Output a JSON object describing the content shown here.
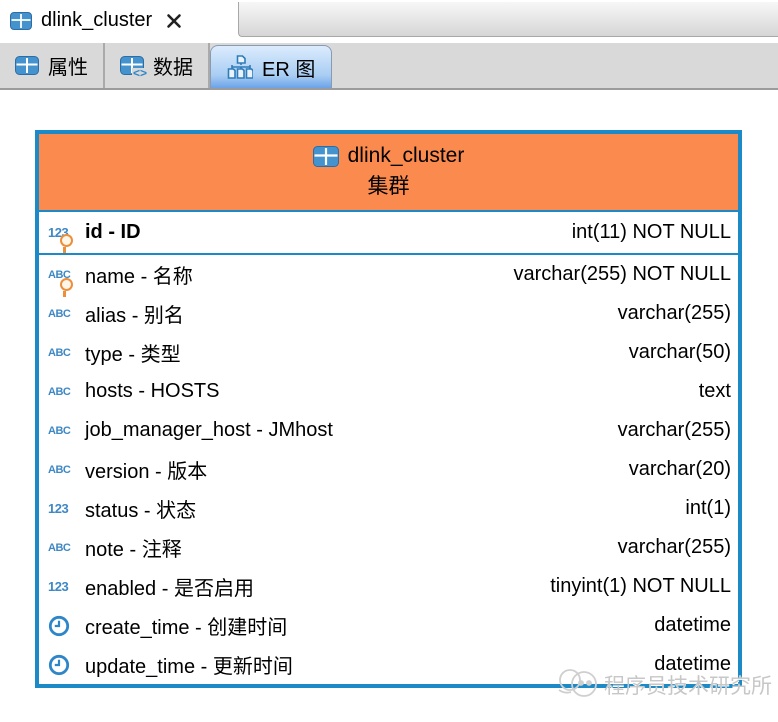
{
  "editor_tab": {
    "title": "dlink_cluster"
  },
  "view_tabs": [
    {
      "label": "属性",
      "active": false
    },
    {
      "label": "数据",
      "active": false
    },
    {
      "label": "ER 图",
      "active": true
    }
  ],
  "entity": {
    "title": "dlink_cluster",
    "subtitle": "集群",
    "columns": [
      {
        "icon": "numeric",
        "key": true,
        "pk": true,
        "name": "id - ID",
        "type": "int(11) NOT NULL"
      },
      {
        "icon": "string",
        "key": true,
        "name": "name - 名称",
        "type": "varchar(255) NOT NULL"
      },
      {
        "icon": "string",
        "name": "alias - 别名",
        "type": "varchar(255)"
      },
      {
        "icon": "string",
        "name": "type - 类型",
        "type": "varchar(50)"
      },
      {
        "icon": "string",
        "name": "hosts - HOSTS",
        "type": "text"
      },
      {
        "icon": "string",
        "name": "job_manager_host - JMhost",
        "type": "varchar(255)"
      },
      {
        "icon": "string",
        "name": "version - 版本",
        "type": "varchar(20)"
      },
      {
        "icon": "numeric",
        "name": "status - 状态",
        "type": "int(1)"
      },
      {
        "icon": "string",
        "name": "note - 注释",
        "type": "varchar(255)"
      },
      {
        "icon": "numeric",
        "name": "enabled - 是否启用",
        "type": "tinyint(1) NOT NULL"
      },
      {
        "icon": "datetime",
        "name": "create_time - 创建时间",
        "type": "datetime"
      },
      {
        "icon": "datetime",
        "name": "update_time - 更新时间",
        "type": "datetime"
      }
    ]
  },
  "icon_glyphs": {
    "numeric": "123",
    "string": "ABC",
    "data_code": "<>"
  },
  "watermark": {
    "text": "程序员技术研究所"
  },
  "colors": {
    "entity_border": "#1b8ac7",
    "entity_header": "#fb8a4e",
    "icon_blue": "#3e88c5",
    "key_orange": "#ec8f3a",
    "subtab_bar": "#d9d9d9",
    "active_subtab_top": "#dcecfd",
    "active_subtab_bottom": "#6ba3e8"
  }
}
